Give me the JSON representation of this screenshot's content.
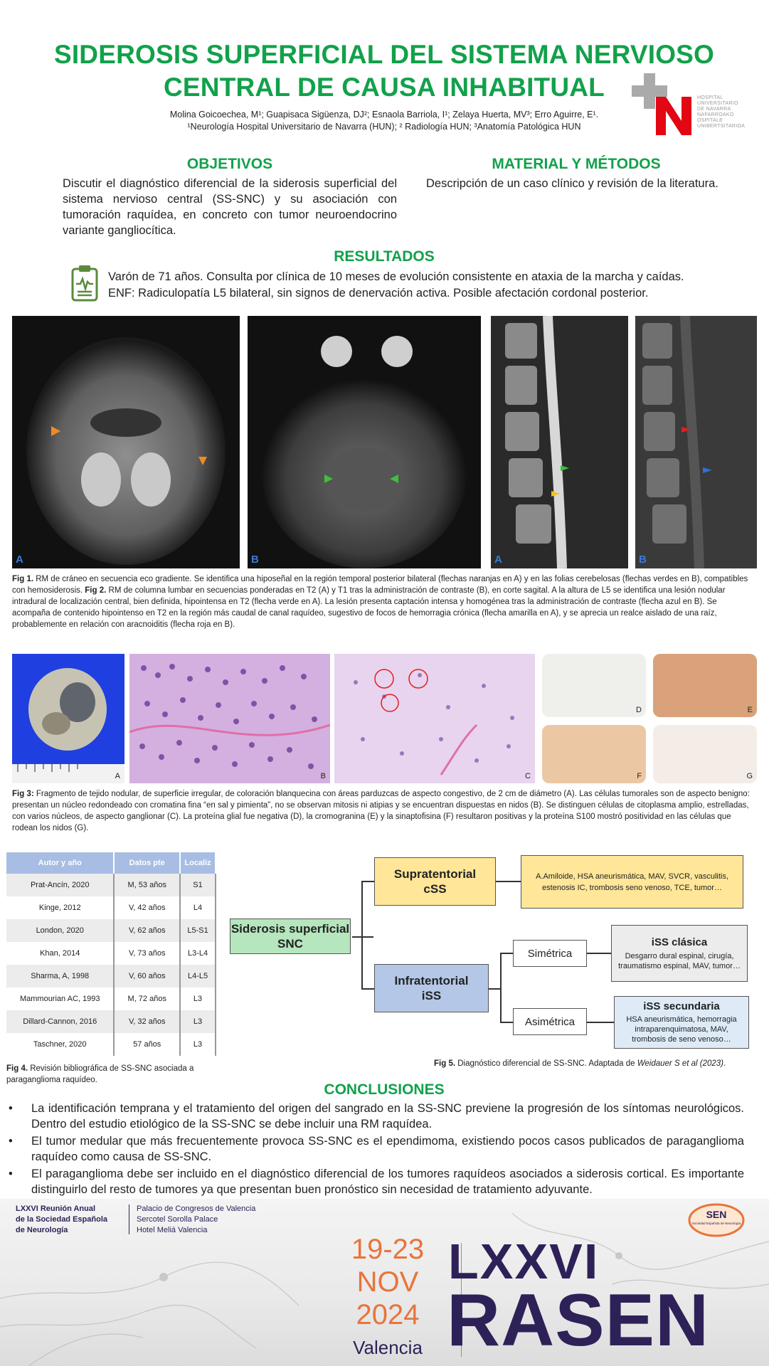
{
  "title_lines": [
    "SIDEROSIS SUPERFICIAL DEL SISTEMA NERVIOSO",
    "CENTRAL DE CAUSA INHABITUAL"
  ],
  "authors_line1": "Molina Goicoechea, M¹; Guapisaca Sigüenza, DJ²; Esnaola Barriola, I¹; Zelaya Huerta, MV³; Erro Aguirre, E¹.",
  "authors_line2": "¹Neurología Hospital Universitario de Navarra (HUN); ² Radiología HUN; ³Anatomía Patológica HUN",
  "hospital_logo": {
    "lines": [
      "HOSPITAL",
      "UNIVERSITARIO",
      "DE NAVARRA",
      "NAFARROAKO",
      "OSPITALE",
      "UNIBERTSITARIOA"
    ],
    "cross_color": "#aaaaaa",
    "n_color": "#e30613"
  },
  "objetivos": {
    "heading": "OBJETIVOS",
    "text": "Discutir el diagnóstico diferencial de la siderosis superficial del sistema nervioso central (SS-SNC) y su asociación con tumoración raquídea, en concreto con tumor neuroendocrino variante gangliocítica."
  },
  "material": {
    "heading": "MATERIAL Y MÉTODOS",
    "text": "Descripción de un caso clínico y revisión de la literatura."
  },
  "resultados": {
    "heading": "RESULTADOS",
    "icon": "clipboard-icon",
    "line1": "Varón de 71 años. Consulta por clínica de 10 meses de evolución consistente en ataxia de la marcha y caídas.",
    "line2": "ENF: Radiculopatía L5 bilateral, sin signos de denervación activa. Posible afectación cordonal posterior."
  },
  "mri_labels": [
    "A",
    "B",
    "A",
    "B"
  ],
  "fig1_caption": {
    "fig1_label": "Fig 1.",
    "fig1_text": " RM de cráneo en secuencia eco gradiente. Se identifica una hiposeñal en la región temporal posterior bilateral (flechas naranjas en A) y en las folias cerebelosas (flechas verdes en B), compatibles con hemosiderosis. ",
    "fig2_label": "Fig 2.",
    "fig2_text": " RM de columna lumbar en secuencias ponderadas en T2 (A) y T1 tras la administración de contraste (B), en corte sagital. A la altura de L5 se identifica una lesión nodular intradural de localización central, bien definida, hipointensa en T2 (flecha verde en A). La lesión presenta captación intensa y homogénea tras la administración de contraste (flecha azul en B). Se acompaña de contenido hipointenso en T2 en la región más caudal de canal raquídeo, sugestivo de focos de hemorragia crónica (flecha amarilla en A), y se aprecia un realce aislado de una raíz, probablemente en relación con aracnoiditis (flecha roja en B)."
  },
  "histo_labels": [
    "A",
    "B",
    "C",
    "D",
    "E",
    "F",
    "G"
  ],
  "fig3_caption": {
    "label": "Fig 3:",
    "text": " Fragmento de tejido nodular, de superficie irregular, de coloración blanquecina con áreas parduzcas de aspecto congestivo, de 2 cm de diámetro (A). Las células tumorales son de aspecto benigno: presentan un núcleo redondeado con cromatina fina “en sal y pimienta”, no se observan mitosis ni atipias y se encuentran dispuestas en nidos (B). Se distinguen células de citoplasma amplio, estrelladas, con varios núcleos, de aspecto ganglionar (C). La proteína glial fue negativa (D), la cromogranina (E) y la sinaptofisina (F) resultaron positivas y la proteína S100 mostró positividad en las células que rodean los nidos (G)."
  },
  "table": {
    "headers": [
      "Autor y año",
      "Datos pte",
      "Localiz"
    ],
    "rows": [
      [
        "Prat-Ancín, 2020",
        "M, 53 años",
        "S1"
      ],
      [
        "Kinge, 2012",
        "V, 42 años",
        "L4"
      ],
      [
        "London, 2020",
        "V, 62 años",
        "L5-S1"
      ],
      [
        "Khan, 2014",
        "V, 73 años",
        "L3-L4"
      ],
      [
        "Sharma, A, 1998",
        "V, 60 años",
        "L4-L5"
      ],
      [
        "Mammourian AC, 1993",
        "M, 72 años",
        "L3"
      ],
      [
        "Dillard-Cannon, 2016",
        "V, 32 años",
        "L3"
      ],
      [
        "Taschner, 2020",
        "57 años",
        "L3"
      ]
    ]
  },
  "fig4_caption": {
    "label": "Fig 4.",
    "text": " Revisión bibliográfica de SS-SNC asociada a paraganglioma raquídeo."
  },
  "diagram": {
    "root": "Siderosis superficial SNC",
    "supra": "Supratentorial cSS",
    "supra_causes": "A.Amiloide, HSA aneurismática, MAV, SVCR, vasculitis, estenosis IC, trombosis seno venoso, TCE, tumor…",
    "infra": "Infratentorial iSS",
    "simetrica": "Simétrica",
    "asimetrica": "Asimétrica",
    "clasica_title": "iSS clásica",
    "clasica_text": "Desgarro dural espinal, cirugía, traumatismo espinal, MAV, tumor…",
    "secundaria_title": "iSS secundaria",
    "secundaria_text": "HSA aneurismática, hemorragia intraparenquimatosa, MAV, trombosis de seno venoso…",
    "colors": {
      "root": "#b5e6bd",
      "supra": "#ffe699",
      "infra": "#b4c7e7",
      "clasica": "#ececec",
      "secundaria": "#deebf7"
    }
  },
  "fig5_caption": {
    "label": "Fig 5.",
    "text": " Diagnóstico diferencial de SS-SNC. Adaptada de ",
    "ref": "Weidauer S et al (2023)",
    "end": "."
  },
  "conclusiones": {
    "heading": "CONCLUSIONES",
    "bullets": [
      "La identificación temprana y el tratamiento del origen del sangrado en la SS-SNC previene la progresión de los síntomas neurológicos. Dentro del estudio etiológico de la SS-SNC se debe incluir una RM raquídea.",
      "El tumor medular que más frecuentemente provoca SS-SNC es el ependimoma, existiendo pocos casos publicados de paraganglioma raquídeo como causa de SS-SNC.",
      "El paraganglioma debe ser incluido en el diagnóstico diferencial de los tumores raquídeos asociados a siderosis cortical. Es importante distinguirlo del resto de tumores ya que presentan buen pronóstico sin necesidad de tratamiento adyuvante."
    ]
  },
  "footer": {
    "meeting_lines": [
      "LXXVI Reunión Anual",
      "de la Sociedad Española",
      "de Neurología"
    ],
    "venue_lines": [
      "Palacio de Congresos de Valencia",
      "Sercotel Sorolla Palace",
      "Hotel Meliá Valencia"
    ],
    "dates": [
      "19-23",
      "NOV",
      "2024"
    ],
    "city": "Valencia",
    "brand1": "LXXVI",
    "brand2": "RASEN",
    "sen": "SEN",
    "sen_sub": "Sociedad Española de Neurología",
    "date_color": "#e8743b",
    "brand_color": "#2e2158"
  }
}
